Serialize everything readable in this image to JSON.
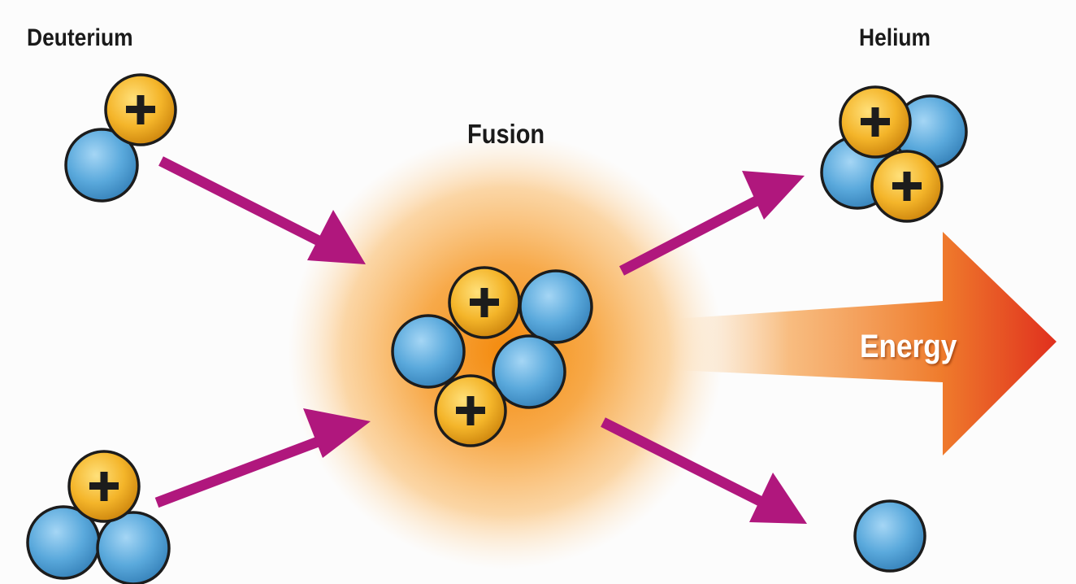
{
  "labels": {
    "deuterium": "Deuterium",
    "fusion": "Fusion",
    "helium": "Helium",
    "energy": "Energy"
  },
  "particles": {
    "proton_symbol": "+"
  },
  "colors": {
    "proton_fill": "#f2b526",
    "neutron_fill": "#5aa9dc",
    "particle_outline": "#1c1c1c",
    "arrow": "#b0177d",
    "glow": "#f7941d",
    "energy_arrow_tip": "#e0301e"
  }
}
